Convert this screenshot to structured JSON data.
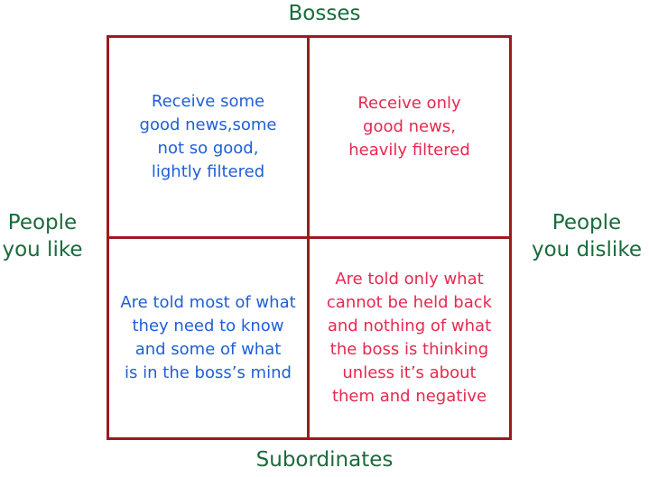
{
  "labels": {
    "top": "Bosses",
    "bottom": "Subordinates",
    "left": "People\nyou like",
    "right": "People\nyou dislike"
  },
  "cells": {
    "top_left": "Receive some\ngood news,some\nnot so good,\nlightly filtered",
    "top_right": "Receive only\ngood news,\nheavily filtered",
    "bottom_left": "Are told most of what\nthey need to know\nand some of what\nis in the boss’s mind",
    "bottom_right": "Are told only what\ncannot be held back\nand nothing of what\nthe boss is thinking\nunless it’s about\nthem and negative"
  },
  "colors": {
    "axis_label": "#1a6b3c",
    "border": "#9b1b1e",
    "liked_text": "#1f5fd6",
    "disliked_text": "#e5294f"
  }
}
